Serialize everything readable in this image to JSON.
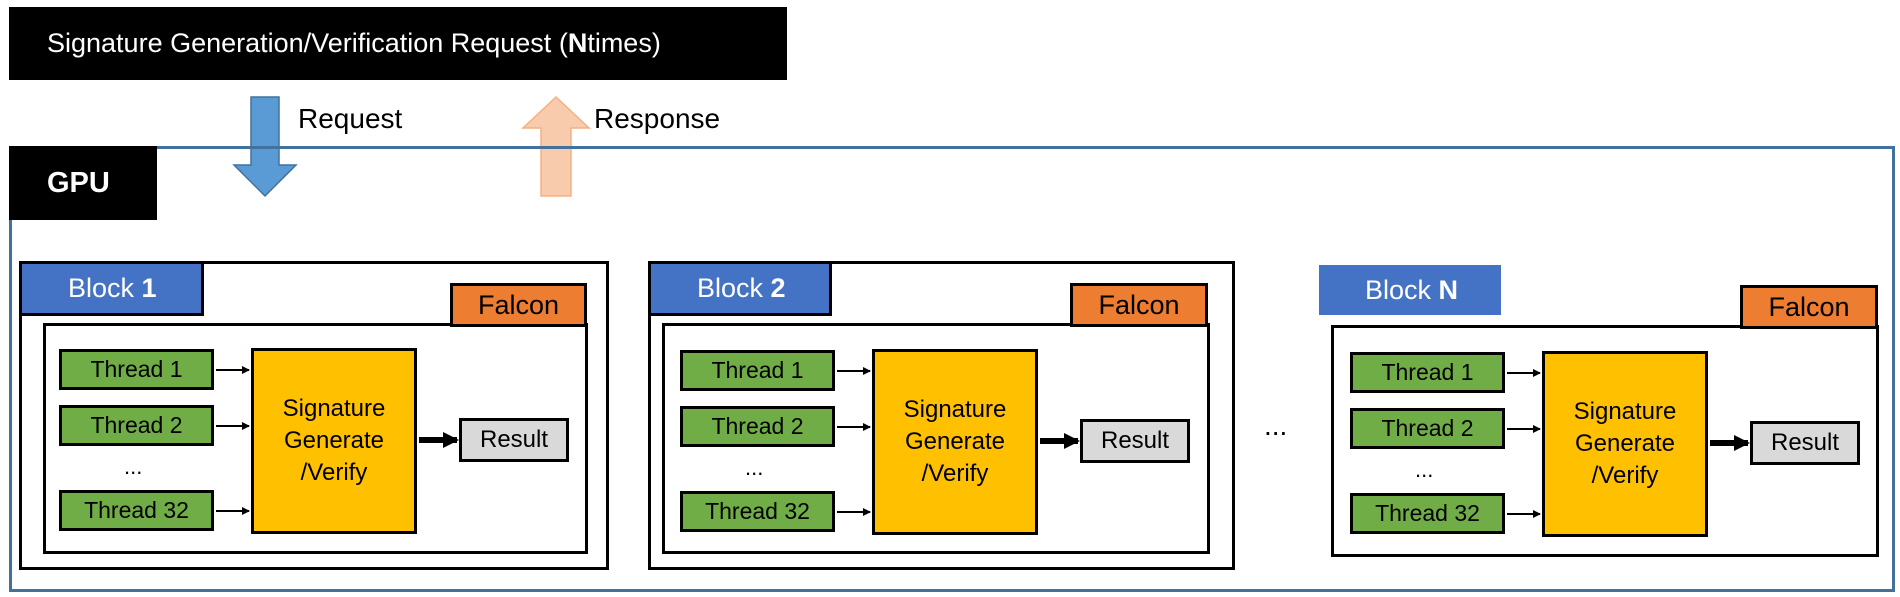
{
  "header": {
    "request_text_pre": "Signature Generation/Verification Request (",
    "request_text_bold": "N",
    "request_text_post": " times)"
  },
  "arrows": {
    "request_label": "Request",
    "response_label": "Response",
    "request_color": "#5b9bd5",
    "response_color": "#f8cbad"
  },
  "gpu": {
    "label": "GPU"
  },
  "blocks": [
    {
      "label_prefix": "Block ",
      "label_suffix": "1",
      "falcon": "Falcon",
      "threads": [
        "Thread 1",
        "Thread 2",
        "Thread 32"
      ],
      "ellipsis": "...",
      "core_lines": [
        "Signature",
        "Generate",
        "/Verify"
      ],
      "result": "Result"
    },
    {
      "label_prefix": "Block ",
      "label_suffix": "2",
      "falcon": "Falcon",
      "threads": [
        "Thread 1",
        "Thread 2",
        "Thread 32"
      ],
      "ellipsis": "...",
      "core_lines": [
        "Signature",
        "Generate",
        "/Verify"
      ],
      "result": "Result"
    },
    {
      "label_prefix": "Block ",
      "label_suffix": "N",
      "falcon": "Falcon",
      "threads": [
        "Thread 1",
        "Thread 2",
        "Thread 32"
      ],
      "ellipsis": "...",
      "core_lines": [
        "Signature",
        "Generate",
        "/Verify"
      ],
      "result": "Result"
    }
  ],
  "between_blocks_ellipsis": "...",
  "colors": {
    "block_label": "#4472c4",
    "falcon": "#ed7d31",
    "thread": "#70ad47",
    "core": "#ffc000",
    "result": "#d9d9d9",
    "gpu_frame": "#41719c"
  }
}
